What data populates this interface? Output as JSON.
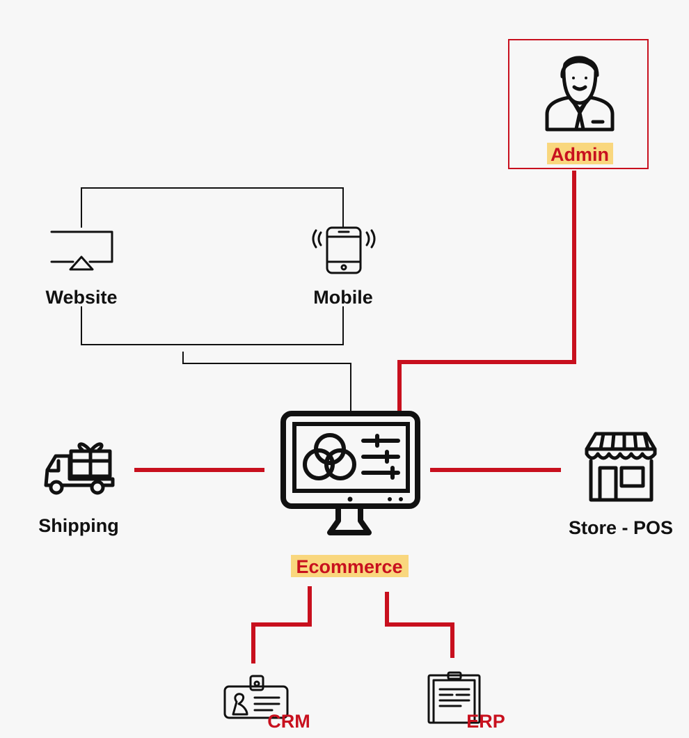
{
  "nodes": {
    "admin": "Admin",
    "website": "Website",
    "mobile": "Mobile",
    "shipping": "Shipping",
    "ecommerce": "Ecommerce",
    "store_pos": "Store - POS",
    "crm": "CRM",
    "erp": "ERP"
  },
  "colors": {
    "accent_red": "#c8101e",
    "highlight": "#f9d77e",
    "line_dark": "#111111",
    "background": "#f7f7f7"
  },
  "icons": {
    "admin": "person-icon",
    "website": "monitor-icon",
    "mobile": "smartphone-icon",
    "shipping": "delivery-truck-icon",
    "ecommerce": "desktop-computer-icon",
    "store_pos": "storefront-icon",
    "crm": "id-card-icon",
    "erp": "clipboard-icon"
  }
}
